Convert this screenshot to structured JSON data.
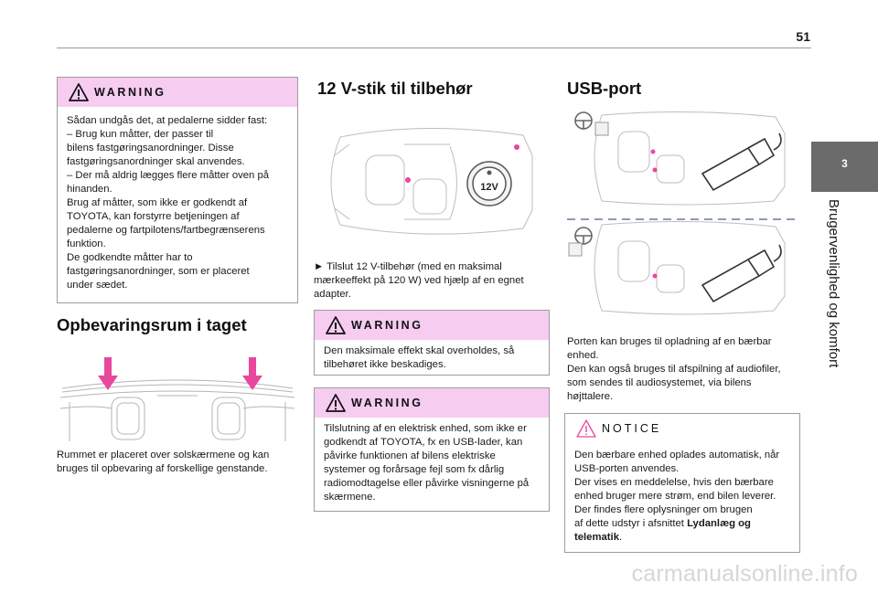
{
  "page_number": "51",
  "chapter": {
    "number": "3",
    "title": "Brugervenlighed og komfort"
  },
  "warning1": {
    "label": "WARNING",
    "lines": [
      "Sådan undgås det, at pedalerne sidder fast:",
      "–  Brug kun måtter, der passer til",
      "bilens fastgøringsanordninger. Disse",
      "fastgøringsanordninger skal anvendes.",
      "–  Der må aldrig lægges flere måtter oven på",
      "hinanden.",
      "Brug af måtter, som ikke er godkendt af",
      "TOYOTA, kan forstyrre betjeningen af",
      "pedalerne og fartpilotens/fartbegrænserens",
      "funktion.",
      "De godkendte måtter har to",
      "fastgøringsanordninger, som er placeret",
      "under sædet."
    ]
  },
  "roof_storage": {
    "title": "Opbevaringsrum i taget",
    "lines": [
      "Rummet er placeret over solskærmene og kan",
      "bruges til opbevaring af forskellige genstande."
    ]
  },
  "socket": {
    "title": "12 V-stik til tilbehør",
    "badge": "12V",
    "lines": [
      "►  Tilslut 12 V-tilbehør (med en maksimal",
      "mærkeeffekt på 120 W) ved hjælp af en egnet",
      "adapter."
    ]
  },
  "warning2": {
    "label": "WARNING",
    "lines": [
      "Den maksimale effekt skal overholdes, så",
      "tilbehøret ikke beskadiges."
    ]
  },
  "warning3": {
    "label": "WARNING",
    "lines": [
      "Tilslutning af en elektrisk enhed, som ikke er",
      "godkendt af TOYOTA, fx en USB-lader, kan",
      "påvirke funktionen af bilens elektriske",
      "systemer og forårsage fejl som fx dårlig",
      "radiomodtagelse eller påvirke visningerne på",
      "skærmene."
    ]
  },
  "usb": {
    "title": "USB-port",
    "lines": [
      "Porten kan bruges til opladning af en bærbar",
      "enhed.",
      "Den kan også bruges til afspilning af audiofiler,",
      "som sendes til audiosystemet, via bilens",
      "højttalere."
    ]
  },
  "notice": {
    "label": "NOTICE",
    "lines": [
      "Den bærbare enhed oplades automatisk, når",
      "USB-porten anvendes.",
      "Der vises en meddelelse, hvis den bærbare",
      "enhed bruger mere strøm, end bilen leverer.",
      "Der findes flere oplysninger om brugen"
    ],
    "last_prefix": "af dette udstyr i afsnittet ",
    "last_bold": "Lydanlæg og",
    "tail_bold": "telematik",
    "tail_end": "."
  },
  "footer": "carmanualsonline.info",
  "colors": {
    "warning_header": "#f6ccf1",
    "accent_pink": "#e8479c",
    "sidebar": "#6b6b6b"
  }
}
